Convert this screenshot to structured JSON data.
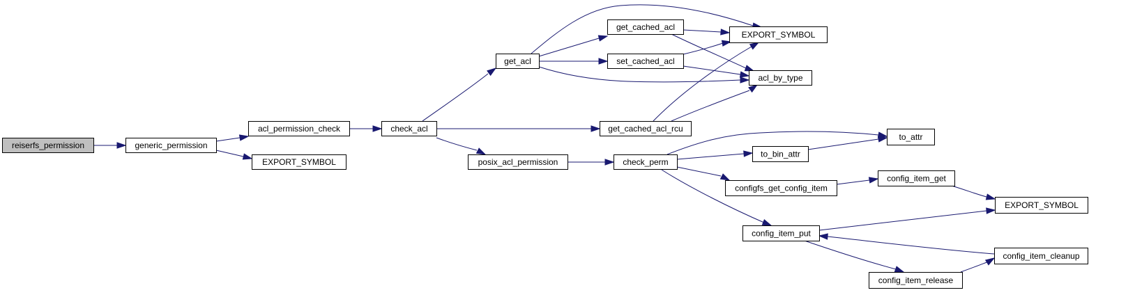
{
  "colors": {
    "edge": "#191970",
    "node_border": "#000000",
    "node_fill": "#ffffff",
    "root_fill": "#bfbfbf",
    "background": "#ffffff"
  },
  "nodes": [
    {
      "id": "reiserfs_permission",
      "label": "reiserfs_permission",
      "root": true
    },
    {
      "id": "generic_permission",
      "label": "generic_permission"
    },
    {
      "id": "acl_permission_check",
      "label": "acl_permission_check"
    },
    {
      "id": "export_symbol_1",
      "label": "EXPORT_SYMBOL"
    },
    {
      "id": "check_acl",
      "label": "check_acl"
    },
    {
      "id": "get_acl",
      "label": "get_acl"
    },
    {
      "id": "posix_acl_permission",
      "label": "posix_acl_permission"
    },
    {
      "id": "get_cached_acl",
      "label": "get_cached_acl"
    },
    {
      "id": "set_cached_acl",
      "label": "set_cached_acl"
    },
    {
      "id": "get_cached_acl_rcu",
      "label": "get_cached_acl_rcu"
    },
    {
      "id": "check_perm",
      "label": "check_perm"
    },
    {
      "id": "export_symbol_2",
      "label": "EXPORT_SYMBOL"
    },
    {
      "id": "acl_by_type",
      "label": "acl_by_type"
    },
    {
      "id": "to_bin_attr",
      "label": "to_bin_attr"
    },
    {
      "id": "configfs_get_config_item",
      "label": "configfs_get_config_item"
    },
    {
      "id": "config_item_put",
      "label": "config_item_put"
    },
    {
      "id": "config_item_release",
      "label": "config_item_release"
    },
    {
      "id": "to_attr",
      "label": "to_attr"
    },
    {
      "id": "config_item_get",
      "label": "config_item_get"
    },
    {
      "id": "export_symbol_3",
      "label": "EXPORT_SYMBOL"
    },
    {
      "id": "config_item_cleanup",
      "label": "config_item_cleanup"
    }
  ],
  "edges": [
    {
      "from": "reiserfs_permission",
      "to": "generic_permission"
    },
    {
      "from": "generic_permission",
      "to": "acl_permission_check"
    },
    {
      "from": "generic_permission",
      "to": "export_symbol_1"
    },
    {
      "from": "acl_permission_check",
      "to": "check_acl"
    },
    {
      "from": "check_acl",
      "to": "get_acl"
    },
    {
      "from": "check_acl",
      "to": "get_cached_acl_rcu"
    },
    {
      "from": "check_acl",
      "to": "posix_acl_permission"
    },
    {
      "from": "get_acl",
      "to": "export_symbol_2"
    },
    {
      "from": "get_acl",
      "to": "get_cached_acl"
    },
    {
      "from": "get_acl",
      "to": "set_cached_acl"
    },
    {
      "from": "get_acl",
      "to": "acl_by_type"
    },
    {
      "from": "get_cached_acl",
      "to": "export_symbol_2"
    },
    {
      "from": "get_cached_acl",
      "to": "acl_by_type"
    },
    {
      "from": "set_cached_acl",
      "to": "export_symbol_2"
    },
    {
      "from": "set_cached_acl",
      "to": "acl_by_type"
    },
    {
      "from": "get_cached_acl_rcu",
      "to": "export_symbol_2"
    },
    {
      "from": "get_cached_acl_rcu",
      "to": "acl_by_type"
    },
    {
      "from": "posix_acl_permission",
      "to": "check_perm"
    },
    {
      "from": "check_perm",
      "to": "to_attr"
    },
    {
      "from": "check_perm",
      "to": "to_bin_attr"
    },
    {
      "from": "check_perm",
      "to": "configfs_get_config_item"
    },
    {
      "from": "check_perm",
      "to": "config_item_put"
    },
    {
      "from": "to_bin_attr",
      "to": "to_attr"
    },
    {
      "from": "configfs_get_config_item",
      "to": "config_item_get"
    },
    {
      "from": "config_item_get",
      "to": "export_symbol_3"
    },
    {
      "from": "config_item_put",
      "to": "export_symbol_3"
    },
    {
      "from": "config_item_put",
      "to": "config_item_release"
    },
    {
      "from": "config_item_release",
      "to": "config_item_cleanup"
    },
    {
      "from": "config_item_cleanup",
      "to": "config_item_put"
    }
  ]
}
